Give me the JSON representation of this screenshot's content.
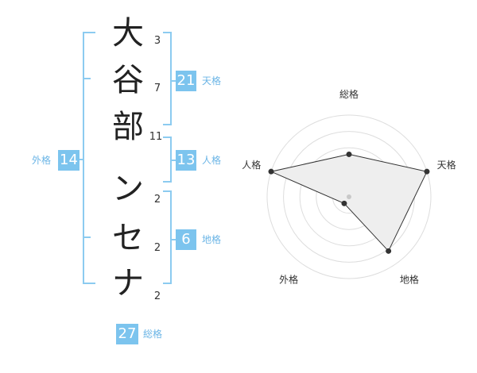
{
  "name_chars": [
    "大",
    "谷",
    "部",
    "ン",
    "セ",
    "ナ"
  ],
  "strokes": [
    "3",
    "7",
    "11",
    "2",
    "2",
    "2"
  ],
  "tenkaku": {
    "value": "21",
    "label": "天格"
  },
  "jinkaku": {
    "value": "13",
    "label": "人格"
  },
  "chikaku": {
    "value": "6",
    "label": "地格"
  },
  "gaikaku": {
    "value": "14",
    "label": "外格"
  },
  "soukaku": {
    "value": "27",
    "label": "総格"
  },
  "radar": {
    "labels": [
      "総格",
      "天格",
      "地格",
      "外格",
      "人格"
    ],
    "levels": [
      0.52,
      1.0,
      0.82,
      0.1,
      1.0
    ]
  },
  "colors": {
    "accent": "#7cc4ee",
    "bracket": "#8ccbf0",
    "polygon_fill": "#eeeeee"
  }
}
